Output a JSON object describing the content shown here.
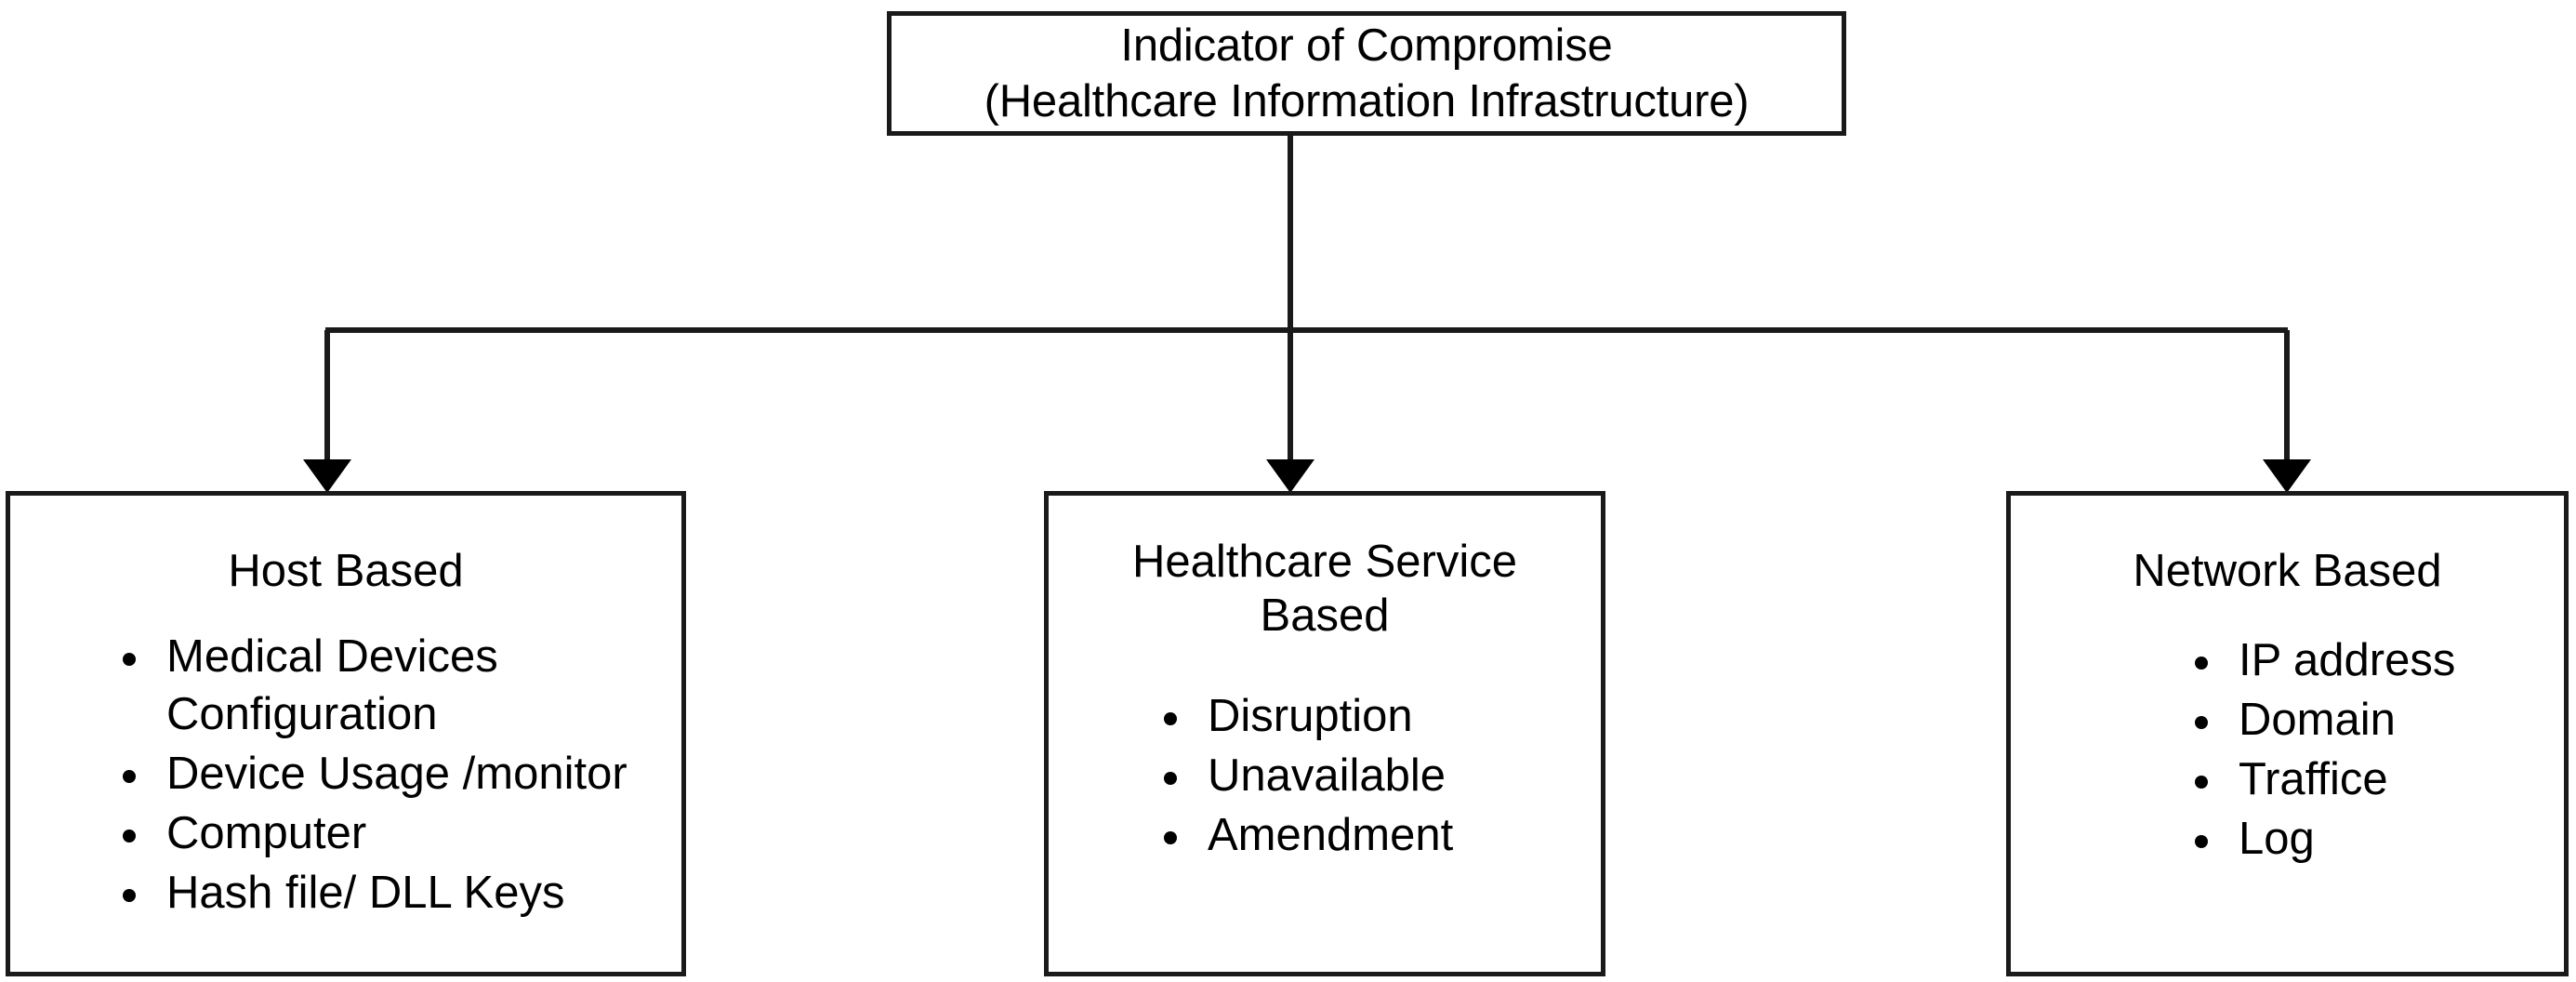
{
  "diagram": {
    "root": {
      "title_line1": "Indicator of Compromise",
      "title_line2": "(Healthcare Information Infrastructure)"
    },
    "branches": [
      {
        "key": "host",
        "title": "Host Based",
        "items": [
          "Medical Devices Configuration",
          "Device Usage /monitor",
          "Computer",
          "Hash file/ DLL Keys"
        ]
      },
      {
        "key": "service",
        "title_line1": "Healthcare Service",
        "title_line2": "Based",
        "items": [
          "Disruption",
          "Unavailable",
          "Amendment"
        ]
      },
      {
        "key": "network",
        "title": "Network Based",
        "items": [
          "IP address",
          "Domain",
          "Traffice",
          "Log"
        ]
      }
    ],
    "colors": {
      "stroke": "#1a1a1a",
      "background": "#ffffff",
      "text": "#000000"
    }
  }
}
